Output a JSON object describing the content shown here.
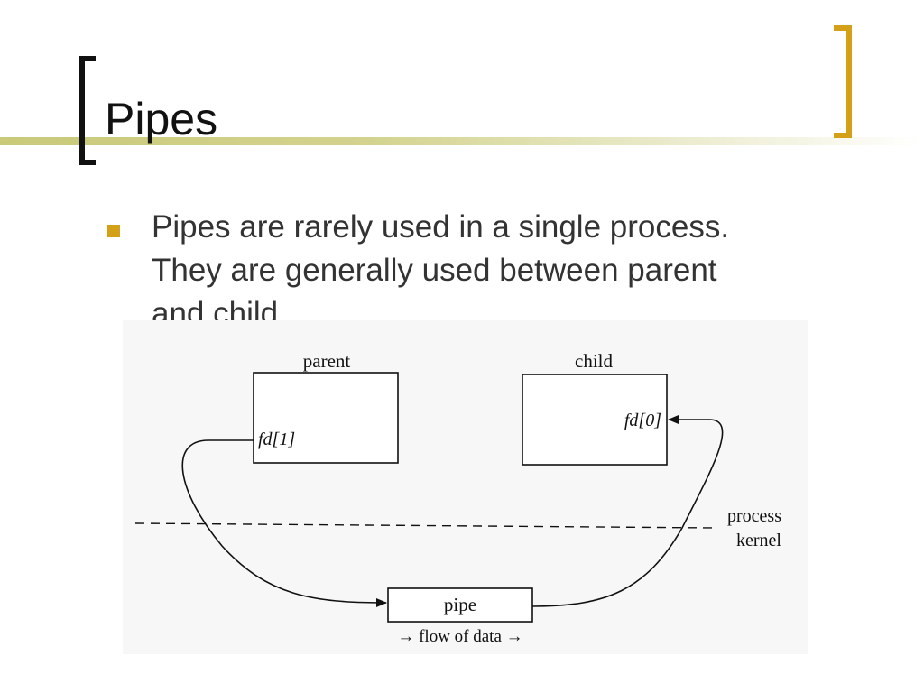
{
  "slide": {
    "title": "Pipes",
    "bullets": [
      {
        "lines": [
          "Pipes are rarely used in a single process.",
          "They are generally used between parent",
          "and child."
        ]
      }
    ]
  },
  "diagram": {
    "parent_label": "parent",
    "child_label": "child",
    "parent_fd_label": "fd[1]",
    "child_fd_label": "fd[0]",
    "pipe_label": "pipe",
    "flow_label": "→ flow of data →",
    "process_label": "process",
    "kernel_label": "kernel"
  },
  "colors": {
    "accent": "#d4a017",
    "title_rule": "#c9c97a",
    "text": "#333333"
  }
}
